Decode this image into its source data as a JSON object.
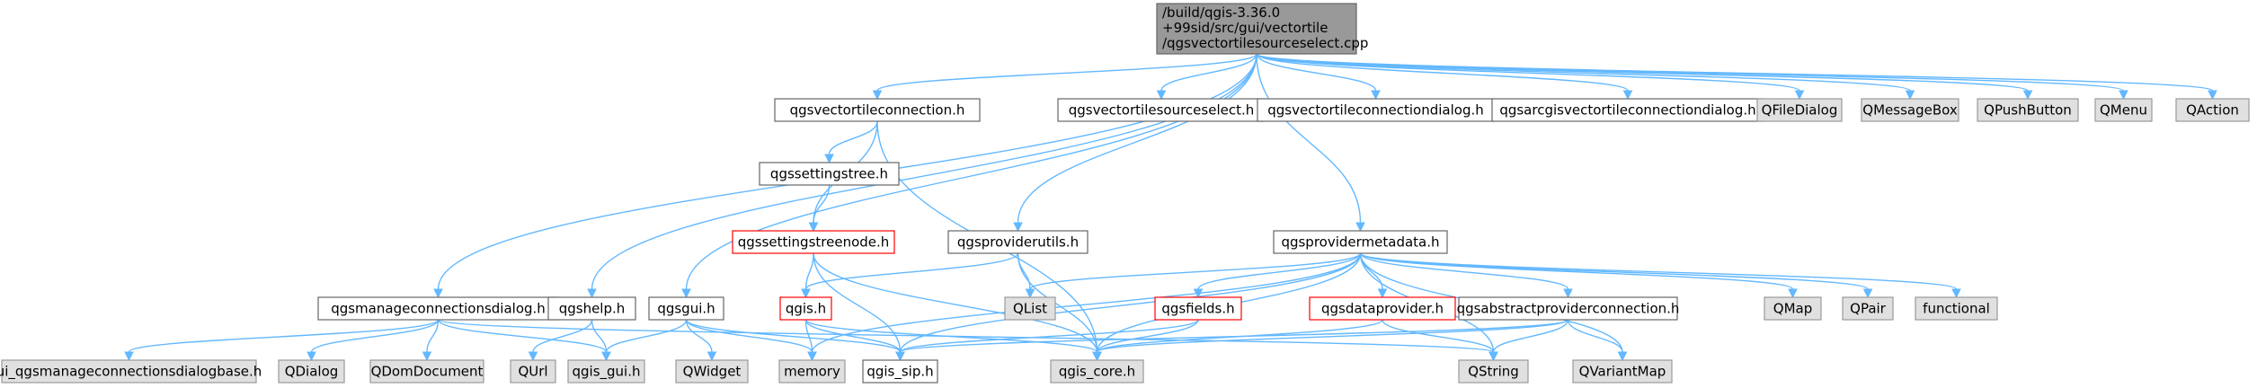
{
  "colors": {
    "edge": "#63b8ff",
    "root_fill": "#999999",
    "root_border": "#666666",
    "external_fill": "#e0e0e0",
    "external_border": "#999999",
    "file_fill": "#ffffff",
    "file_border": "#666666",
    "incomplete_fill": "#ffffff",
    "incomplete_border": "#ff0000",
    "text": "#000000"
  },
  "nodes": [
    {
      "id": "root",
      "kind": "root",
      "lines": [
        "/build/qgis-3.36.0",
        "+99sid/src/gui/vectortile",
        "/qgsvectortilesourceselect.cpp"
      ]
    },
    {
      "id": "qgsvectortileconnection",
      "kind": "file",
      "lines": [
        "qgsvectortileconnection.h"
      ]
    },
    {
      "id": "qgsvectortilesourceselect",
      "kind": "file",
      "lines": [
        "qgsvectortilesourceselect.h"
      ]
    },
    {
      "id": "qgsvectortileconnectiondialog",
      "kind": "file",
      "lines": [
        "qgsvectortileconnectiondialog.h"
      ]
    },
    {
      "id": "qgsarcgisvectortileconnectiondialog",
      "kind": "file",
      "lines": [
        "qgsarcgisvectortileconnectiondialog.h"
      ]
    },
    {
      "id": "QFileDialog",
      "kind": "external",
      "lines": [
        "QFileDialog"
      ]
    },
    {
      "id": "QMessageBox",
      "kind": "external",
      "lines": [
        "QMessageBox"
      ]
    },
    {
      "id": "QPushButton",
      "kind": "external",
      "lines": [
        "QPushButton"
      ]
    },
    {
      "id": "QMenu",
      "kind": "external",
      "lines": [
        "QMenu"
      ]
    },
    {
      "id": "QAction",
      "kind": "external",
      "lines": [
        "QAction"
      ]
    },
    {
      "id": "qgssettingstree",
      "kind": "file",
      "lines": [
        "qgssettingstree.h"
      ]
    },
    {
      "id": "qgssettingstreenode",
      "kind": "incomplete",
      "lines": [
        "qgssettingstreenode.h"
      ]
    },
    {
      "id": "qgsproviderutils",
      "kind": "file",
      "lines": [
        "qgsproviderutils.h"
      ]
    },
    {
      "id": "qgsprovidermetadata",
      "kind": "file",
      "lines": [
        "qgsprovidermetadata.h"
      ]
    },
    {
      "id": "qgsmanageconnectionsdialog",
      "kind": "file",
      "lines": [
        "qgsmanageconnectionsdialog.h"
      ]
    },
    {
      "id": "qgshelp",
      "kind": "file",
      "lines": [
        "qgshelp.h"
      ]
    },
    {
      "id": "qgsgui",
      "kind": "file",
      "lines": [
        "qgsgui.h"
      ]
    },
    {
      "id": "qgis",
      "kind": "incomplete",
      "lines": [
        "qgis.h"
      ]
    },
    {
      "id": "QList",
      "kind": "external",
      "lines": [
        "QList"
      ]
    },
    {
      "id": "qgsfields",
      "kind": "incomplete",
      "lines": [
        "qgsfields.h"
      ]
    },
    {
      "id": "qgsdataprovider",
      "kind": "incomplete",
      "lines": [
        "qgsdataprovider.h"
      ]
    },
    {
      "id": "qgsabstractproviderconnection",
      "kind": "file",
      "lines": [
        "qgsabstractproviderconnection.h"
      ]
    },
    {
      "id": "QMap",
      "kind": "external",
      "lines": [
        "QMap"
      ]
    },
    {
      "id": "QPair",
      "kind": "external",
      "lines": [
        "QPair"
      ]
    },
    {
      "id": "functional",
      "kind": "external",
      "lines": [
        "functional"
      ]
    },
    {
      "id": "ui_qgsmanageconnectionsdialogbase",
      "kind": "external",
      "lines": [
        "ui_qgsmanageconnectionsdialogbase.h"
      ]
    },
    {
      "id": "QDialog",
      "kind": "external",
      "lines": [
        "QDialog"
      ]
    },
    {
      "id": "QDomDocument",
      "kind": "external",
      "lines": [
        "QDomDocument"
      ]
    },
    {
      "id": "QUrl",
      "kind": "external",
      "lines": [
        "QUrl"
      ]
    },
    {
      "id": "qgis_gui",
      "kind": "external",
      "lines": [
        "qgis_gui.h"
      ]
    },
    {
      "id": "QWidget",
      "kind": "external",
      "lines": [
        "QWidget"
      ]
    },
    {
      "id": "memory",
      "kind": "external",
      "lines": [
        "memory"
      ]
    },
    {
      "id": "qgis_sip",
      "kind": "file",
      "lines": [
        "qgis_sip.h"
      ]
    },
    {
      "id": "qgis_core",
      "kind": "external",
      "lines": [
        "qgis_core.h"
      ]
    },
    {
      "id": "QString",
      "kind": "external",
      "lines": [
        "QString"
      ]
    },
    {
      "id": "QVariantMap",
      "kind": "external",
      "lines": [
        "QVariantMap"
      ]
    }
  ],
  "edges": [
    [
      "root",
      "qgsvectortileconnection"
    ],
    [
      "root",
      "qgsvectortilesourceselect"
    ],
    [
      "root",
      "qgsvectortileconnectiondialog"
    ],
    [
      "root",
      "qgsarcgisvectortileconnectiondialog"
    ],
    [
      "root",
      "QFileDialog"
    ],
    [
      "root",
      "QMessageBox"
    ],
    [
      "root",
      "QPushButton"
    ],
    [
      "root",
      "QMenu"
    ],
    [
      "root",
      "QAction"
    ],
    [
      "root",
      "qgsproviderutils"
    ],
    [
      "root",
      "qgsprovidermetadata"
    ],
    [
      "root",
      "qgsmanageconnectionsdialog"
    ],
    [
      "root",
      "qgshelp"
    ],
    [
      "root",
      "qgsgui"
    ],
    [
      "qgsvectortileconnection",
      "qgssettingstree"
    ],
    [
      "qgsvectortileconnection",
      "qgssettingstreenode"
    ],
    [
      "qgsvectortileconnection",
      "qgis_core"
    ],
    [
      "qgssettingstree",
      "qgssettingstreenode"
    ],
    [
      "qgssettingstreenode",
      "qgis"
    ],
    [
      "qgssettingstreenode",
      "qgis_core"
    ],
    [
      "qgssettingstreenode",
      "qgis_sip"
    ],
    [
      "qgsproviderutils",
      "qgis"
    ],
    [
      "qgsproviderutils",
      "QList"
    ],
    [
      "qgsproviderutils",
      "qgis_core"
    ],
    [
      "qgsprovidermetadata",
      "QList"
    ],
    [
      "qgsprovidermetadata",
      "qgsfields"
    ],
    [
      "qgsprovidermetadata",
      "qgsdataprovider"
    ],
    [
      "qgsprovidermetadata",
      "qgsabstractproviderconnection"
    ],
    [
      "qgsprovidermetadata",
      "QMap"
    ],
    [
      "qgsprovidermetadata",
      "QPair"
    ],
    [
      "qgsprovidermetadata",
      "functional"
    ],
    [
      "qgsprovidermetadata",
      "memory"
    ],
    [
      "qgsprovidermetadata",
      "qgis_sip"
    ],
    [
      "qgsprovidermetadata",
      "qgis_core"
    ],
    [
      "qgsprovidermetadata",
      "QString"
    ],
    [
      "qgsprovidermetadata",
      "QVariantMap"
    ],
    [
      "qgsmanageconnectionsdialog",
      "ui_qgsmanageconnectionsdialogbase"
    ],
    [
      "qgsmanageconnectionsdialog",
      "QDialog"
    ],
    [
      "qgsmanageconnectionsdialog",
      "QDomDocument"
    ],
    [
      "qgsmanageconnectionsdialog",
      "qgis_gui"
    ],
    [
      "qgsmanageconnectionsdialog",
      "QString"
    ],
    [
      "qgshelp",
      "QUrl"
    ],
    [
      "qgshelp",
      "qgis_gui"
    ],
    [
      "qgsgui",
      "qgis_gui"
    ],
    [
      "qgsgui",
      "QWidget"
    ],
    [
      "qgsgui",
      "memory"
    ],
    [
      "qgsgui",
      "qgis_sip"
    ],
    [
      "qgis",
      "memory"
    ],
    [
      "qgis",
      "qgis_sip"
    ],
    [
      "qgis",
      "qgis_core"
    ],
    [
      "qgsfields",
      "qgis_sip"
    ],
    [
      "qgsfields",
      "qgis_core"
    ],
    [
      "qgsdataprovider",
      "qgis_core"
    ],
    [
      "qgsdataprovider",
      "QString"
    ],
    [
      "qgsabstractproviderconnection",
      "qgis_sip"
    ],
    [
      "qgsabstractproviderconnection",
      "qgis_core"
    ],
    [
      "qgsabstractproviderconnection",
      "QString"
    ],
    [
      "qgsabstractproviderconnection",
      "QVariantMap"
    ]
  ]
}
